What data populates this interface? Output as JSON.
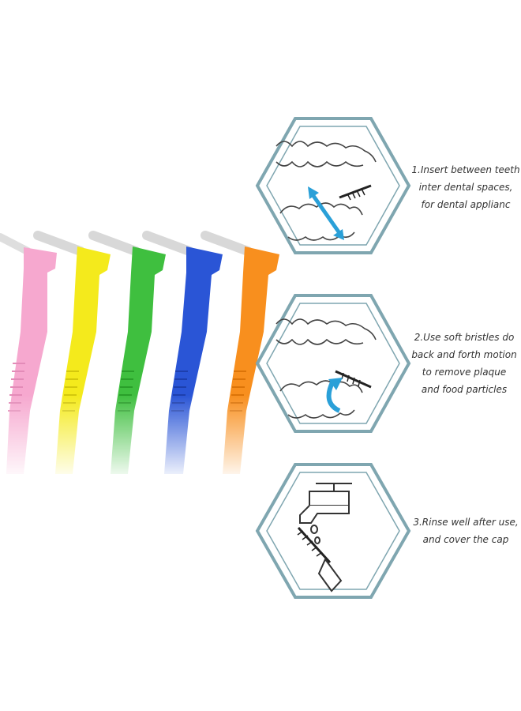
{
  "brush_colors": {
    "pink": "#f6a8cf",
    "yellow": "#f4ea1c",
    "green": "#3fbf3f",
    "blue": "#2a55d6",
    "orange": "#f88f1e"
  },
  "accent_color": "#2aa0d8",
  "frame_color": "#6f9ea8",
  "steps": [
    {
      "icon": "teeth-insert-icon",
      "lines": [
        "1.Insert between teeth",
        "inter dental spaces,",
        "for dental applianc"
      ]
    },
    {
      "icon": "teeth-brush-motion-icon",
      "lines": [
        "2.Use soft bristles do",
        "back and forth motion",
        "to remove plaque",
        "and food particles"
      ]
    },
    {
      "icon": "faucet-rinse-icon",
      "lines": [
        "3.Rinse well after use,",
        "and cover the cap"
      ]
    }
  ]
}
